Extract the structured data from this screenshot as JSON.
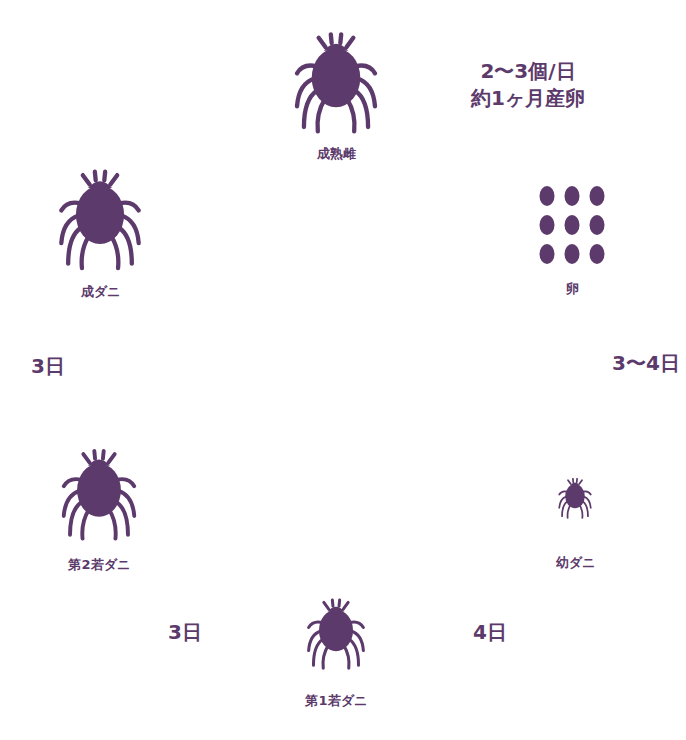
{
  "diagram": {
    "nodes": [
      {
        "text": [
          "成熟雌"
        ]
      },
      {
        "text": [
          "卵"
        ]
      },
      {
        "text": [
          "幼ダニ"
        ]
      },
      {
        "text": [
          "第1若ダニ"
        ]
      },
      {
        "text": [
          "第2若ダニ"
        ]
      },
      {
        "text": [
          "成ダニ"
        ]
      }
    ],
    "labels": [
      "2〜3個/日 約1ヶ月産卵",
      "3〜4日",
      "4日",
      "3日",
      "3日"
    ]
  }
}
